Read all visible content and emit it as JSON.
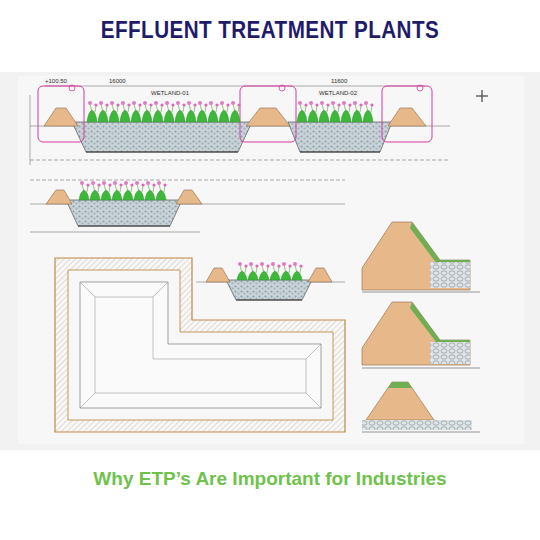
{
  "diagram": {
    "title": "EFFLUENT TREATMENT PLANTS",
    "caption": "Why ETP’s Are Important for Industries",
    "labels": [
      "WETLAND-01",
      "WETLAND-02",
      "16000",
      "11600",
      "+100.50"
    ]
  }
}
